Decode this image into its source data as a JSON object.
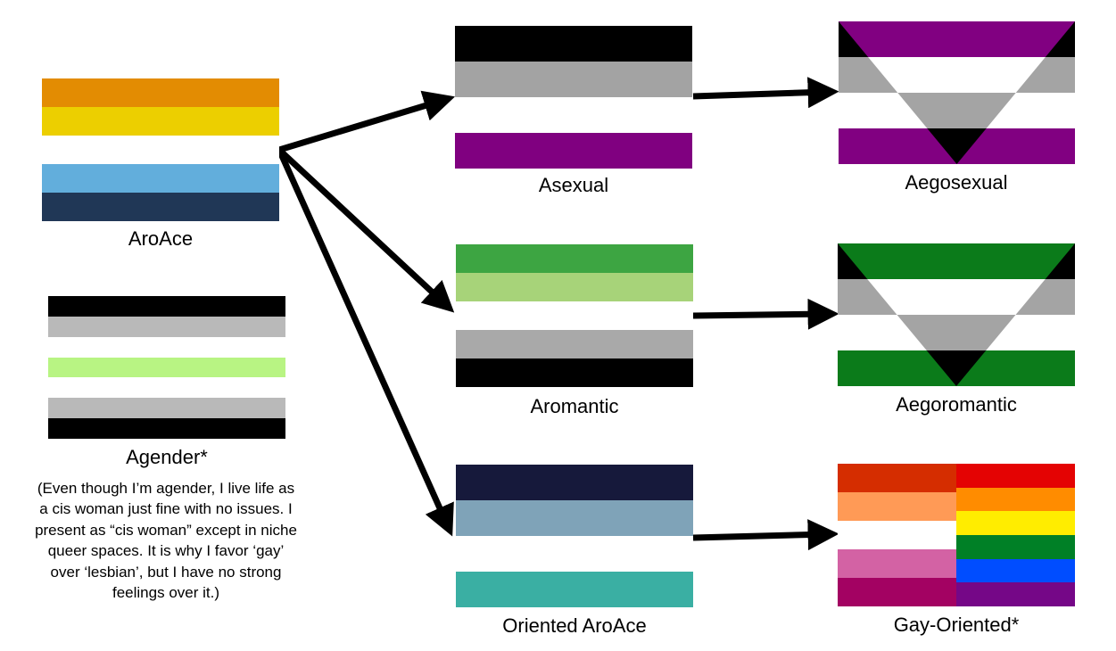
{
  "flags": {
    "aroace": {
      "label": "AroAce",
      "stripes": [
        "#E38C02",
        "#ECCF00",
        "#FFFFFF",
        "#62AEDC",
        "#203756"
      ]
    },
    "agender": {
      "label": "Agender*",
      "note": "(Even though I’m agender, I live life as a cis woman just fine with no issues. I present as “cis woman” except in niche queer spaces. It is why I favor ‘gay’ over ‘lesbian’, but I have no strong feelings over it.)",
      "stripes": [
        "#000000",
        "#B9B9B9",
        "#FFFFFF",
        "#B8F483",
        "#FFFFFF",
        "#B9B9B9",
        "#000000"
      ]
    },
    "asexual": {
      "label": "Asexual",
      "stripes": [
        "#000000",
        "#A3A3A3",
        "#FFFFFF",
        "#800080"
      ]
    },
    "aromantic": {
      "label": "Aromantic",
      "stripes": [
        "#3DA542",
        "#A7D379",
        "#FFFFFF",
        "#A9A9A9",
        "#000000"
      ]
    },
    "oriented_aroace": {
      "label": "Oriented AroAce",
      "stripes": [
        "#16193B",
        "#7FA3B8",
        "#FFFFFF",
        "#3AAFA3"
      ]
    },
    "aegosexual": {
      "label": "Aegosexual",
      "stripes": [
        "#000000",
        "#A4A4A4",
        "#FFFFFF",
        "#810081"
      ],
      "triangle": "#810081"
    },
    "aegoromantic": {
      "label": "Aegoromantic",
      "stripes": [
        "#000000",
        "#A4A4A4",
        "#FFFFFF",
        "#0B7B1A"
      ],
      "triangle": "#0B7B1A"
    },
    "gay_oriented": {
      "label": "Gay-Oriented*",
      "left_stripes": [
        "#D52D00",
        "#FF9A56",
        "#FFFFFF",
        "#D362A4",
        "#A30262"
      ],
      "right_stripes": [
        "#E40303",
        "#FF8C00",
        "#FFED00",
        "#008026",
        "#004DFF",
        "#750787"
      ]
    }
  }
}
